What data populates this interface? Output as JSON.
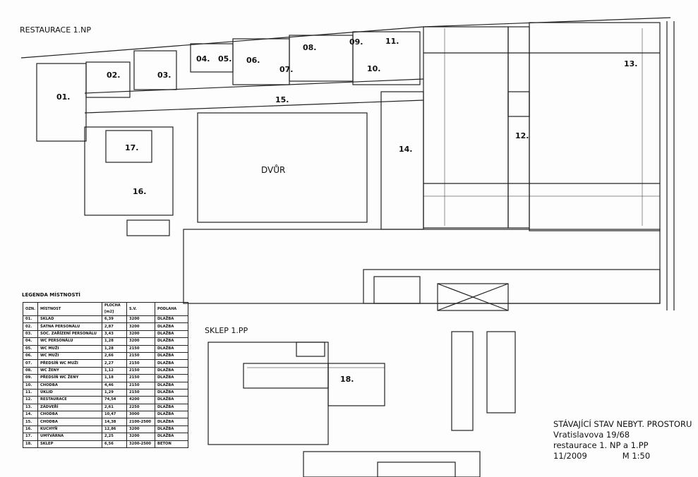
{
  "plan_title": "RESTAURACE 1.NP",
  "basement_title": "SKLEP 1.PP",
  "courtyard_label": "DVŮR",
  "rooms": [
    {
      "id": "01."
    },
    {
      "id": "02."
    },
    {
      "id": "03."
    },
    {
      "id": "04."
    },
    {
      "id": "05."
    },
    {
      "id": "06."
    },
    {
      "id": "07."
    },
    {
      "id": "08."
    },
    {
      "id": "09."
    },
    {
      "id": "10."
    },
    {
      "id": "11."
    },
    {
      "id": "12."
    },
    {
      "id": "13."
    },
    {
      "id": "14."
    },
    {
      "id": "15."
    },
    {
      "id": "16."
    },
    {
      "id": "17."
    },
    {
      "id": "18."
    }
  ],
  "legend": {
    "title": "LEGENDA MÍSTNOSTÍ",
    "headers": [
      "OZN.",
      "MÍSTNOST",
      "PLOCHA [m2]",
      "S.V.",
      "PODLAHA"
    ],
    "rows": [
      [
        "01.",
        "SKLAD",
        "6,39",
        "3200",
        "DLAŽBA"
      ],
      [
        "02.",
        "ŠATNA PERSONÁLU",
        "2,87",
        "3200",
        "DLAŽBA"
      ],
      [
        "03.",
        "SOC. ZAŘÍZENÍ PERSONÁLU",
        "3,43",
        "3200",
        "DLAŽBA"
      ],
      [
        "04.",
        "WC PERSONÁLU",
        "1,28",
        "3200",
        "DLAŽBA"
      ],
      [
        "05.",
        "WC MUŽI",
        "1,28",
        "2150",
        "DLAŽBA"
      ],
      [
        "06.",
        "WC MUŽI",
        "2,66",
        "2150",
        "DLAŽBA"
      ],
      [
        "07.",
        "PŘEDSÍŇ WC MUŽI",
        "2,27",
        "2150",
        "DLAŽBA"
      ],
      [
        "08.",
        "WC ŽENY",
        "1,12",
        "2150",
        "DLAŽBA"
      ],
      [
        "09.",
        "PŘEDSÍŇ WC ŽENY",
        "1,18",
        "2150",
        "DLAŽBA"
      ],
      [
        "10.",
        "CHODBA",
        "4,46",
        "2150",
        "DLAŽBA"
      ],
      [
        "11.",
        "ÚKLID",
        "1,29",
        "2150",
        "DLAŽBA"
      ],
      [
        "12.",
        "RESTAURACE",
        "74,54",
        "4200",
        "DLAŽBA"
      ],
      [
        "13.",
        "ZÁDVEŘÍ",
        "2,61",
        "2250",
        "DLAŽBA"
      ],
      [
        "14.",
        "CHODBA",
        "10,47",
        "3000",
        "DLAŽBA"
      ],
      [
        "15.",
        "CHODBA",
        "14,38",
        "2100-2500",
        "DLAŽBA"
      ],
      [
        "16.",
        "KUCHYŇ",
        "12,86",
        "3200",
        "DLAŽBA"
      ],
      [
        "17.",
        "UMÝVÁRNA",
        "2,25",
        "3200",
        "DLAŽBA"
      ],
      [
        "18.",
        "SKLEP",
        "6,56",
        "3200-2500",
        "BETON"
      ]
    ]
  },
  "stamp": {
    "line1": "STÁVAJÍCÍ STAV NEBYT. PROSTORU",
    "line2": "Vratislavova 19/68",
    "line3": "restaurace 1. NP a 1.PP",
    "line4_date": "11/2009",
    "line4_scale": "M 1:50"
  }
}
